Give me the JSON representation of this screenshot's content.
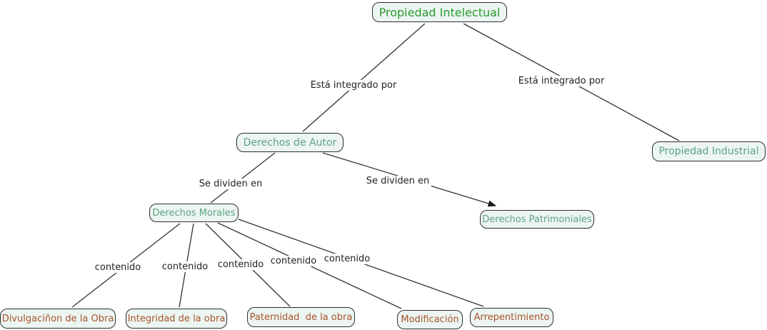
{
  "diagram": {
    "type": "concept-map",
    "language": "es",
    "topic": "Propiedad Intelectual"
  },
  "colors": {
    "background": "#ffffff",
    "node_fill": "#ecf5f2",
    "node_border": "#2e2e2e",
    "line": "#333333",
    "root_text_green": "#2d9b2d",
    "branch_text_seafoam": "#5fa383",
    "leaf_text_sienna": "#a8532c",
    "edge_label_text": "#1f1f1f"
  },
  "nodes": [
    {
      "id": "propiedad-intelectual",
      "label": "Propiedad Intelectual"
    },
    {
      "id": "derechos-de-autor",
      "label": "Derechos de Autor"
    },
    {
      "id": "propiedad-industrial",
      "label": "Propiedad Industrial"
    },
    {
      "id": "derechos-morales",
      "label": "Derechos Morales"
    },
    {
      "id": "derechos-patrimoniales",
      "label": "Derechos Patrimoniales"
    },
    {
      "id": "divulgacion-de-la-obra",
      "label": "Divulgaciñon de la Obra"
    },
    {
      "id": "integridad-de-la-obra",
      "label": "Integridad de la obra"
    },
    {
      "id": "paternidad-de-la-obra",
      "label": "Paternidad  de la obra"
    },
    {
      "id": "modificacion",
      "label": "Modificación"
    },
    {
      "id": "arrepentimiento",
      "label": "Arrepentimiento"
    }
  ],
  "edge_labels": [
    {
      "text": "Está integrado por",
      "from": "propiedad-intelectual",
      "to": "derechos-de-autor"
    },
    {
      "text": "Está integrado por",
      "from": "propiedad-intelectual",
      "to": "propiedad-industrial"
    },
    {
      "text": "Se dividen en",
      "from": "derechos-de-autor",
      "to": "derechos-morales"
    },
    {
      "text": "Se dividen en",
      "from": "derechos-de-autor",
      "to": "derechos-patrimoniales"
    },
    {
      "text": "contenido",
      "from": "derechos-morales",
      "to": "divulgacion-de-la-obra"
    },
    {
      "text": "contenido",
      "from": "derechos-morales",
      "to": "integridad-de-la-obra"
    },
    {
      "text": "contenido",
      "from": "derechos-morales",
      "to": "paternidad-de-la-obra"
    },
    {
      "text": "contenido",
      "from": "derechos-morales",
      "to": "modificacion"
    },
    {
      "text": "contenido",
      "from": "derechos-morales",
      "to": "arrepentimiento"
    }
  ]
}
